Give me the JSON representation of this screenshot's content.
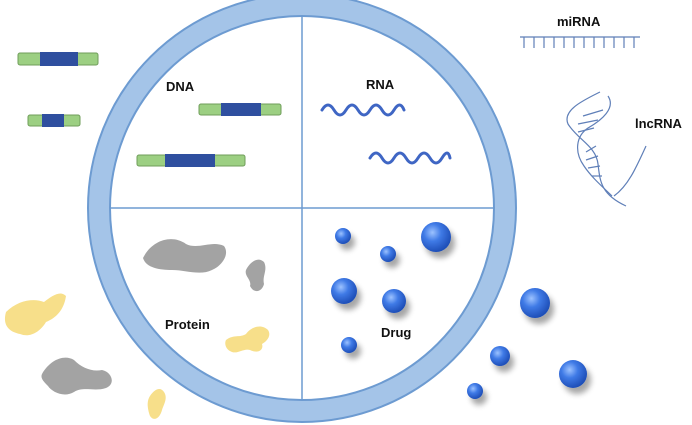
{
  "labels": {
    "dna": "DNA",
    "rna": "RNA",
    "protein": "Protein",
    "drug": "Drug",
    "mirna": "miRNA",
    "lncrna": "lncRNA"
  },
  "colors": {
    "ring": "#a4c4e8",
    "ring_stroke": "#6d9bd1",
    "quadrant_line": "#6d9bd1",
    "gene_green": "#9ccf82",
    "gene_blue": "#2f4f9f",
    "rna_wave": "#3f66c4",
    "protein_gray": "#a3a3a3",
    "protein_yellow": "#f7df8a",
    "drug_sphere": "#2f68d8",
    "mirna_line": "#5f7fb8"
  }
}
